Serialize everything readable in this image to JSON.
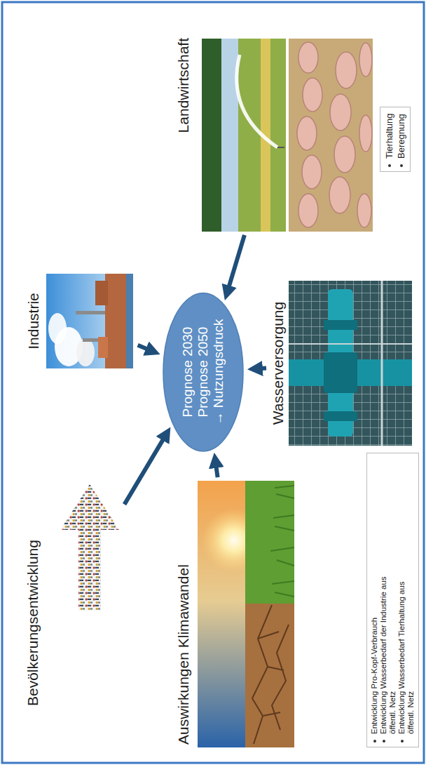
{
  "diagram": {
    "nodes": [
      {
        "text": [
          "Bevölkerungsentwicklung"
        ]
      },
      {
        "text": [
          "Industrie"
        ]
      },
      {
        "text": [
          "Landwirtschaft"
        ]
      },
      {
        "text": [
          "Tierhaltung",
          "Beregnung"
        ]
      },
      {
        "text": [
          "Prognose 2030",
          "Prognose 2050",
          "→ Nutzungsdruck"
        ]
      },
      {
        "text": [
          "Auswirkungen Klimawandel"
        ]
      },
      {
        "text": [
          "Wasserversorgung"
        ]
      },
      {
        "text": [
          "Entwicklung Pro-Kopf-Verbrauch",
          "Entwicklung Wasserbedarf der Industrie aus öffentl. Netz",
          "Entwicklung Wasserbedarf Tierhaltung aus öffentl. Netz"
        ]
      }
    ],
    "edges": [
      {
        "from": 0,
        "to": 4,
        "arrow": "to"
      },
      {
        "from": 1,
        "to": 4,
        "arrow": "to"
      },
      {
        "from": 2,
        "to": 4,
        "arrow": "to"
      },
      {
        "from": 5,
        "to": 4,
        "arrow": "to"
      },
      {
        "from": 6,
        "to": 4,
        "arrow": "to"
      }
    ]
  }
}
